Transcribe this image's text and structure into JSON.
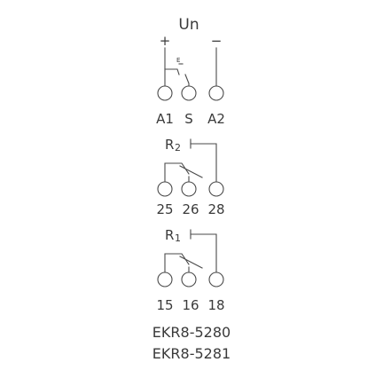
{
  "supply": {
    "label": "Un",
    "plus": "+",
    "minus": "−",
    "switch_mark": "E"
  },
  "terminals": {
    "row1": [
      "A1",
      "S",
      "A2"
    ],
    "row2": [
      "25",
      "26",
      "28"
    ],
    "row3": [
      "15",
      "16",
      "18"
    ]
  },
  "relays": {
    "r2_letter": "R",
    "r2_index": "2",
    "r1_letter": "R",
    "r1_index": "1"
  },
  "models": [
    "EKR8-5280",
    "EKR8-5281"
  ]
}
